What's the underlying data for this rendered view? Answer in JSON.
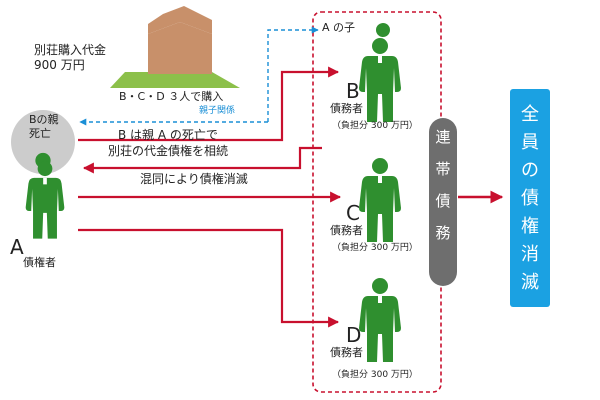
{
  "villa": {
    "caption_line1": "別荘購入代金",
    "caption_line2": "900 万円",
    "purchase_note": "B・C・D ３人で購入"
  },
  "parent_child_label": "親子関係",
  "a_child_label": "A の子",
  "deceased": {
    "label_line1": "Bの親",
    "label_line2": "死亡"
  },
  "person_a": {
    "letter": "A",
    "role": "債権者"
  },
  "inherit_text_line1": "B は親 A の死亡で",
  "inherit_text_line2": "別荘の代金債権を相続",
  "confusion_text": "混同により債権消滅",
  "debtors": [
    {
      "letter": "B",
      "role": "債務者",
      "share": "（負担分 300 万円）"
    },
    {
      "letter": "C",
      "role": "債務者",
      "share": "（負担分 300 万円）"
    },
    {
      "letter": "D",
      "role": "債務者",
      "share": "（負担分 300 万円）"
    }
  ],
  "joint_debt_chars": [
    "連",
    "帯",
    "債",
    "務"
  ],
  "result_chars": [
    "全",
    "員",
    "の",
    "債",
    "権",
    "消",
    "滅"
  ],
  "colors": {
    "person_green": "#2f8f2f",
    "arrow_red": "#c8102e",
    "dashed_blue": "#1a8fd6",
    "result_blue": "#1ba1e2",
    "joint_gray": "#6e6e6e",
    "deceased_gray": "#cccccc",
    "house_brown": "#c8906a",
    "lawn_green": "#8cc04a"
  }
}
